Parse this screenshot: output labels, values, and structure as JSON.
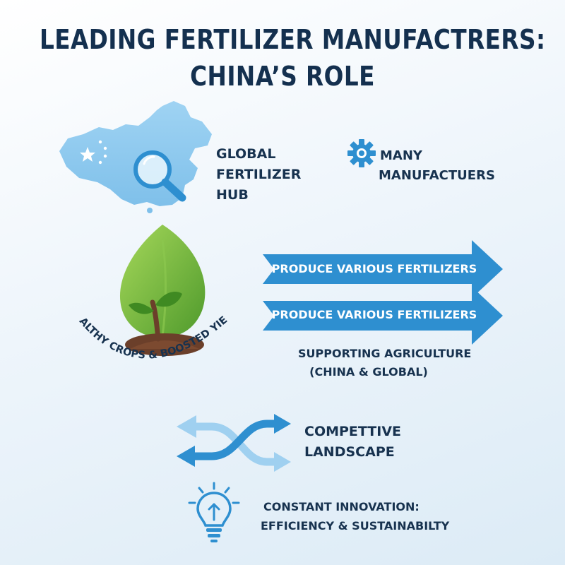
{
  "title": {
    "line1": "LEADING FERTILIZER MANUFACTRERS:",
    "line2": "CHINA’S ROLE"
  },
  "hub": {
    "line1": "GLOBAL",
    "line2": "FERTILIZER",
    "line3": "HUB"
  },
  "manufacturers": {
    "line1": "MANY",
    "line2": "MANUFACTUERS"
  },
  "arrows": [
    {
      "label": "PRODUCE VARIOUS FERTILIZERS"
    },
    {
      "label": "PRODUCE VARIOUS FERTILIZERS"
    }
  ],
  "crops_label": "HEALTHY CROPS & BOOSTED YIELD",
  "support": {
    "line1": "SUPPORTING AGRICULTURE",
    "line2": "(CHINA & GLOBAL)"
  },
  "competitive": {
    "line1": "COMPETTIVE",
    "line2": "LANDSCAPE"
  },
  "innovation": {
    "line1": "CONSTANT INNOVATION:",
    "line2": "EFFICIENCY & SUSTAINABILTY"
  },
  "colors": {
    "title": "#14304f",
    "arrow_blue": "#2e8fd0",
    "light_blue": "#8cc8ef",
    "leaf_green": "#6fb63a",
    "soil_brown": "#6b3f2a"
  },
  "icons": [
    "china-map-icon",
    "magnifier-icon",
    "gear-icon",
    "leaf-icon",
    "sprout-icon",
    "crossing-arrows-icon",
    "lightbulb-icon"
  ]
}
